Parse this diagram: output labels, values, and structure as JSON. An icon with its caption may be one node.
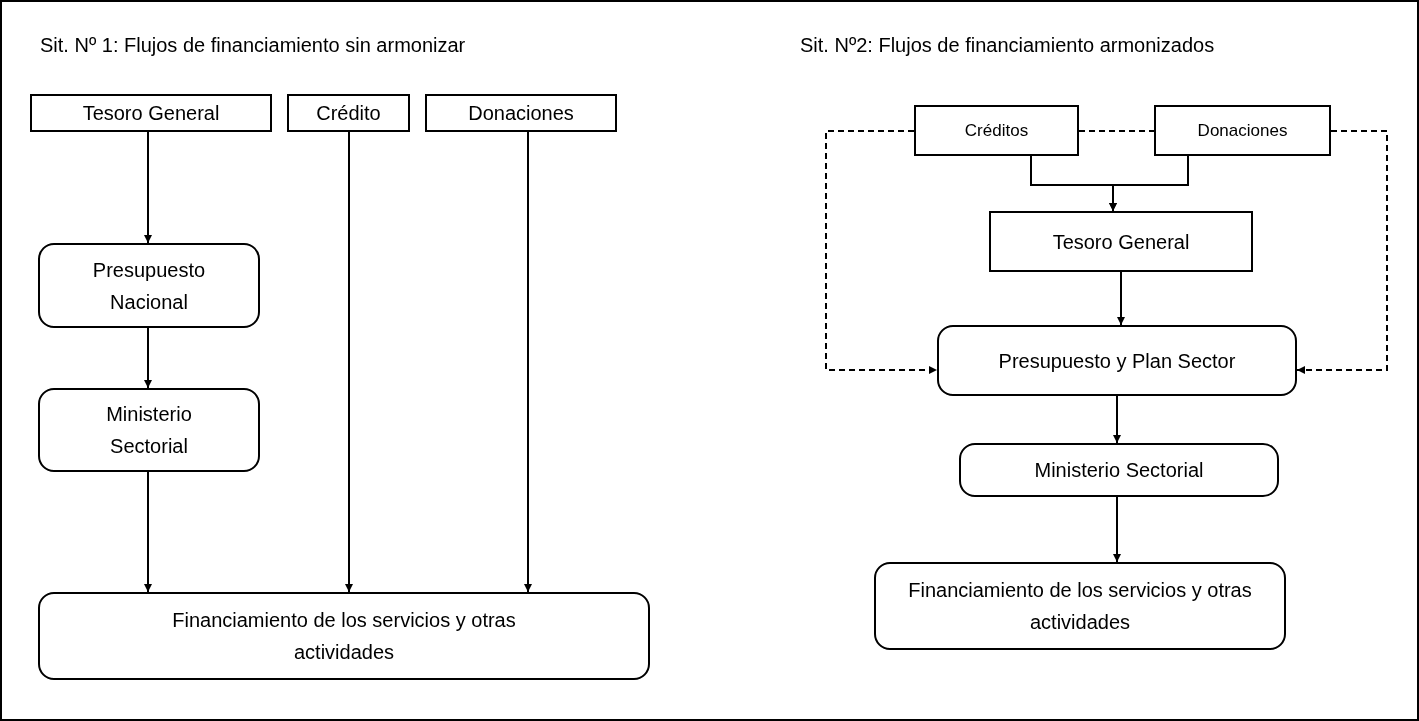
{
  "diagram": {
    "nodes": [
      {
        "text": [
          "Tesoro General"
        ]
      },
      {
        "text": [
          "Crédito"
        ]
      },
      {
        "text": [
          "Donaciones"
        ]
      },
      {
        "text": [
          "Presupuesto Nacional"
        ]
      },
      {
        "text": [
          "Ministerio Sectorial"
        ]
      },
      {
        "text": [
          "Financiamiento de los servicios y otras actividades"
        ]
      },
      {
        "text": [
          "Créditos"
        ]
      },
      {
        "text": [
          "Donaciones"
        ]
      },
      {
        "text": [
          "Tesoro General"
        ]
      },
      {
        "text": [
          "Presupuesto y Plan Sector"
        ]
      },
      {
        "text": [
          "Ministerio Sectorial"
        ]
      },
      {
        "text": [
          "Financiamiento de los servicios y otras actividades"
        ]
      }
    ],
    "edges": [
      {
        "from": 0,
        "to": 3,
        "arrow": "to"
      },
      {
        "from": 3,
        "to": 4,
        "arrow": "to"
      },
      {
        "from": 4,
        "to": 5,
        "arrow": "to"
      },
      {
        "from": 1,
        "to": 5,
        "arrow": "to"
      },
      {
        "from": 2,
        "to": 5,
        "arrow": "to"
      },
      {
        "from": 6,
        "to": 8,
        "arrow": "to"
      },
      {
        "from": 7,
        "to": 8,
        "arrow": "to"
      },
      {
        "from": 6,
        "to": 7,
        "arrow": "none",
        "style": "dashed"
      },
      {
        "from": 6,
        "to": 9,
        "arrow": "to",
        "style": "dashed"
      },
      {
        "from": 7,
        "to": 9,
        "arrow": "to",
        "style": "dashed"
      },
      {
        "from": 8,
        "to": 9,
        "arrow": "to"
      },
      {
        "from": 9,
        "to": 10,
        "arrow": "to"
      },
      {
        "from": 10,
        "to": 11,
        "arrow": "to"
      }
    ],
    "labels": [
      "Sit. Nº 1: Flujos de financiamiento sin armonizar",
      "Sit. Nº2: Flujos de financiamiento armonizados"
    ]
  }
}
